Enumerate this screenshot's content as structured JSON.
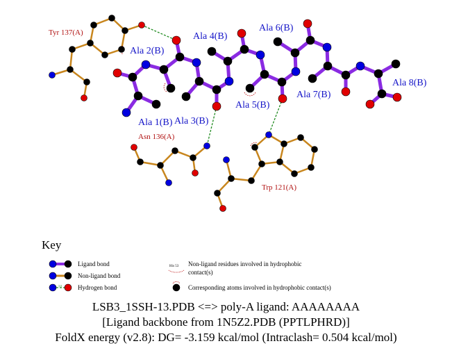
{
  "ligand_labels": [
    "Ala 1(B)",
    "Ala 2(B)",
    "Ala 3(B)",
    "Ala 4(B)",
    "Ala 5(B)",
    "Ala 6(B)",
    "Ala 7(B)",
    "Ala 8(B)"
  ],
  "residue_labels": {
    "tyr": "Tyr 137(A)",
    "asn": "Asn 136(A)",
    "trp": "Trp 121(A)"
  },
  "key": {
    "title": "Key",
    "ligand_bond": "Ligand bond",
    "nonligand_bond": "Non-ligand bond",
    "hydrogen_bond": "Hydrogen bond",
    "hb_distance": "3.0",
    "his_label": "His 53",
    "hydrophobic_residues": "Non-ligand residues involved in hydrophobic",
    "hydrophobic_residues_2": "contact(s)",
    "hydrophobic_atoms": "Corresponding atoms involved in hydrophobic contact(s)"
  },
  "footer": [
    "LSB3_1SSH-13.PDB <=> poly-A ligand: AAAAAAAA",
    "[Ligand backbone from 1N5Z2.PDB (PPTLPHRD)]",
    "FoldX energy (v2.8): DG= -3.159 kcal/mol (Intraclash= 0.504 kcal/mol)"
  ],
  "colors": {
    "ligand_bond": "#8a2be2",
    "nonligand_bond": "#c8861e",
    "hbond": "#1e8a1e",
    "carbon": "#000000",
    "nitrogen": "#0000e0",
    "oxygen": "#e00000"
  }
}
